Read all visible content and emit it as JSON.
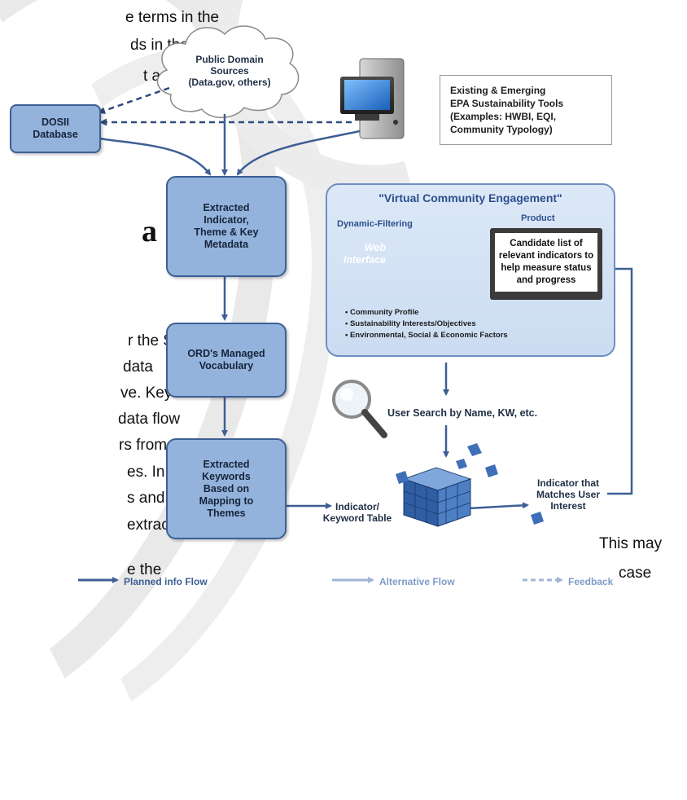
{
  "body_text": {
    "l1": "e terms in the",
    "l2": "ds in the ORD",
    "l3": "t access.",
    "heading": "a",
    "l4": "r the SII",
    "l5": "data",
    "l6": "ve. Key",
    "l7": "data flow",
    "l8": "rs from the",
    "l9": "es. In the",
    "l10": "s and data",
    "l11": "extracted.",
    "l12": "e the",
    "r1": "This may",
    "r2": "case"
  },
  "diagram": {
    "cloud": "Public Domain\nSources\n(Data.gov, others)",
    "dosii": "DOSII\nDatabase",
    "tools": "Existing & Emerging\nEPA Sustainability Tools\n(Examples: HWBI, EQI,\nCommunity Typology)",
    "extracted_metadata": "Extracted\nIndicator,\nTheme & Key\nMetadata",
    "vocabulary": "ORD's Managed\nVocabulary",
    "keywords": "Extracted\nKeywords\nBased on\nMapping to\nThemes",
    "panel_title": "\"Virtual Community Engagement\"",
    "dynamic_filtering": "Dynamic-Filtering",
    "product": "Product",
    "web_interface": "Web\nInterface",
    "candidate": "Candidate list of\nrelevant indicators to\nhelp measure status\nand progress",
    "bullets": [
      "Community Profile",
      "Sustainability Interests/Objectives",
      "Environmental, Social & Economic Factors"
    ],
    "user_search": "User Search by Name, KW, etc.",
    "indicator_table": "Indicator/\nKeyword Table",
    "indicator_match": "Indicator that\nMatches User\nInterest"
  },
  "legend": {
    "planned": "Planned info Flow",
    "alternative": "Alternative Flow",
    "feedback": "Feedback"
  },
  "colors": {
    "box_fill": "#93b3dc",
    "box_border": "#3d5f94",
    "arrow": "#3d5f94",
    "arrow_light": "#9fb5d6",
    "panel_fill": "#dce8f7"
  }
}
